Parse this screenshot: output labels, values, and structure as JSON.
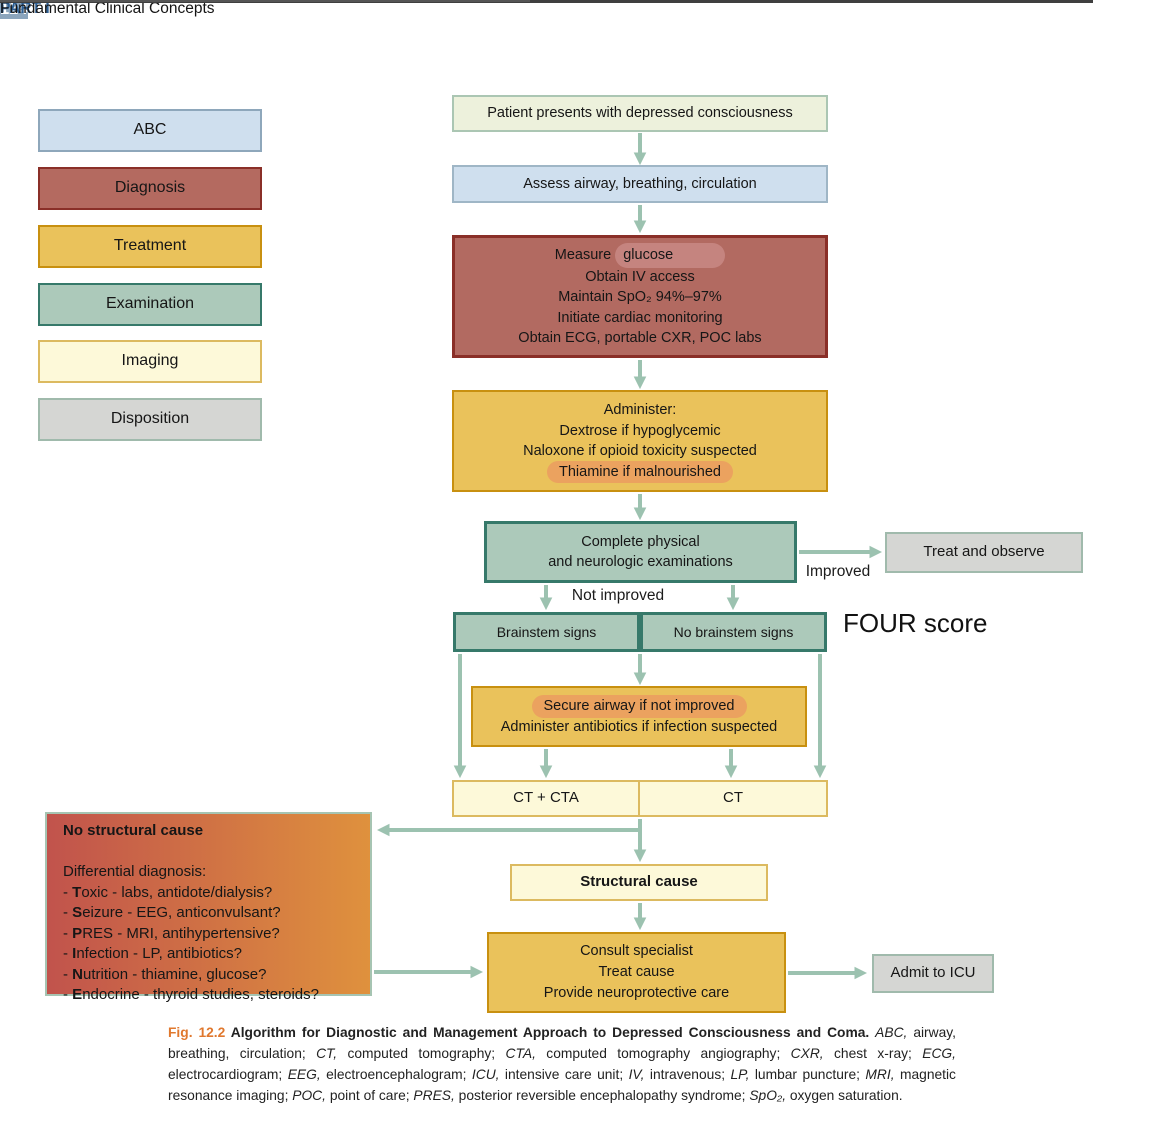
{
  "header": {
    "page_number": "124",
    "part_label": "PART I",
    "part_title": "Fundamental Clinical Concepts"
  },
  "legend": {
    "items": [
      {
        "label": "ABC"
      },
      {
        "label": "Diagnosis"
      },
      {
        "label": "Treatment"
      },
      {
        "label": "Examination"
      },
      {
        "label": "Imaging"
      },
      {
        "label": "Disposition"
      }
    ]
  },
  "flow": {
    "presentation": "Patient presents with depressed consciousness",
    "assess": "Assess airway, breathing, circulation",
    "diagnosis_lines": [
      [
        {
          "t": "Measure "
        },
        {
          "t": "glucose",
          "hl": "red"
        }
      ],
      "Obtain IV access",
      "Maintain SpO₂ 94%–97%",
      "Initiate cardiac monitoring",
      "Obtain ECG, portable CXR, POC labs"
    ],
    "administer_lines": [
      "Administer:",
      "Dextrose if hypoglycemic",
      "Naloxone if opioid toxicity suspected",
      [
        {
          "t": "Thiamine if malnourished",
          "hl": "orange"
        }
      ]
    ],
    "examination_lines": [
      "Complete physical",
      "and neurologic examinations"
    ],
    "treat_observe": "Treat and observe",
    "improved": "Improved",
    "not_improved": "Not improved",
    "brainstem": "Brainstem signs",
    "no_brainstem": "No brainstem signs",
    "four_score": "FOUR score",
    "secure_lines": [
      [
        {
          "t": "Secure airway if not improved",
          "hl": "orange"
        }
      ],
      "Administer antibiotics if infection suspected"
    ],
    "ct_cta": "CT + CTA",
    "ct": "CT",
    "no_structural_lines": [
      [
        {
          "t": "No structural cause",
          "b": 1
        }
      ],
      [
        {
          "t": " "
        }
      ],
      [
        {
          "t": "Differential diagnosis:"
        }
      ],
      [
        {
          "t": "- "
        },
        {
          "t": "T",
          "b": 1
        },
        {
          "t": "oxic - labs, antidote/dialysis?"
        }
      ],
      [
        {
          "t": "- "
        },
        {
          "t": "S",
          "b": 1
        },
        {
          "t": "eizure - EEG, anticonvulsant?"
        }
      ],
      [
        {
          "t": "- "
        },
        {
          "t": "P",
          "b": 1
        },
        {
          "t": "RES - MRI, antihypertensive?"
        }
      ],
      [
        {
          "t": "- "
        },
        {
          "t": "I",
          "b": 1
        },
        {
          "t": "nfection - LP, antibiotics?"
        }
      ],
      [
        {
          "t": "- "
        },
        {
          "t": "N",
          "b": 1
        },
        {
          "t": "utrition - thiamine, glucose?"
        }
      ],
      [
        {
          "t": "- "
        },
        {
          "t": "E",
          "b": 1
        },
        {
          "t": "ndocrine - thyroid studies, steroids?"
        }
      ]
    ],
    "structural": "Structural cause",
    "consult_lines": [
      "Consult specialist",
      "Treat cause",
      "Provide neuroprotective care"
    ],
    "admit": "Admit to ICU"
  },
  "caption": {
    "segments": [
      {
        "t": "Fig. 12.2",
        "b": 1,
        "c": "#e0782e"
      },
      {
        "t": " Algorithm for Diagnostic and Management Approach to Depressed Consciousness and Coma. ",
        "b": 1
      },
      {
        "t": "ABC,",
        "i": 1
      },
      {
        "t": " airway, breathing, circulation; "
      },
      {
        "t": "CT,",
        "i": 1
      },
      {
        "t": " computed tomography; "
      },
      {
        "t": "CTA,",
        "i": 1
      },
      {
        "t": " computed tomography angiography; "
      },
      {
        "t": "CXR,",
        "i": 1
      },
      {
        "t": " chest x-ray; "
      },
      {
        "t": "ECG,",
        "i": 1
      },
      {
        "t": " electrocardiogram; "
      },
      {
        "t": "EEG,",
        "i": 1
      },
      {
        "t": " electroencephalogram; "
      },
      {
        "t": "ICU,",
        "i": 1
      },
      {
        "t": " intensive care unit; "
      },
      {
        "t": "IV,",
        "i": 1
      },
      {
        "t": " intravenous; "
      },
      {
        "t": "LP,",
        "i": 1
      },
      {
        "t": " lumbar puncture; "
      },
      {
        "t": "MRI,",
        "i": 1
      },
      {
        "t": " magnetic resonance imaging; "
      },
      {
        "t": "POC,",
        "i": 1
      },
      {
        "t": " point of care; "
      },
      {
        "t": "PRES,",
        "i": 1
      },
      {
        "t": " posterior reversible encephalopathy syndrome; "
      },
      {
        "t": "SpO₂,",
        "i": 1
      },
      {
        "t": " oxygen saturation."
      }
    ]
  },
  "colors": {
    "arrow": "#9cc2b0",
    "abc_fill": "#cfdfee",
    "diagnosis_fill": "#b26a61",
    "treatment_fill": "#eac25b",
    "examination_fill": "#acc9ba",
    "imaging_fill": "#fdf9d9",
    "disposition_fill": "#d5d6d3",
    "highlight_red": "#c5847f",
    "highlight_orange": "#eba25f",
    "no_structural_gradient_left": "#c1534c",
    "no_structural_gradient_right": "#df913d",
    "fig_label": "#e0782e",
    "header_block": "#8ba5bd",
    "part_label_color": "#2c5e93"
  }
}
